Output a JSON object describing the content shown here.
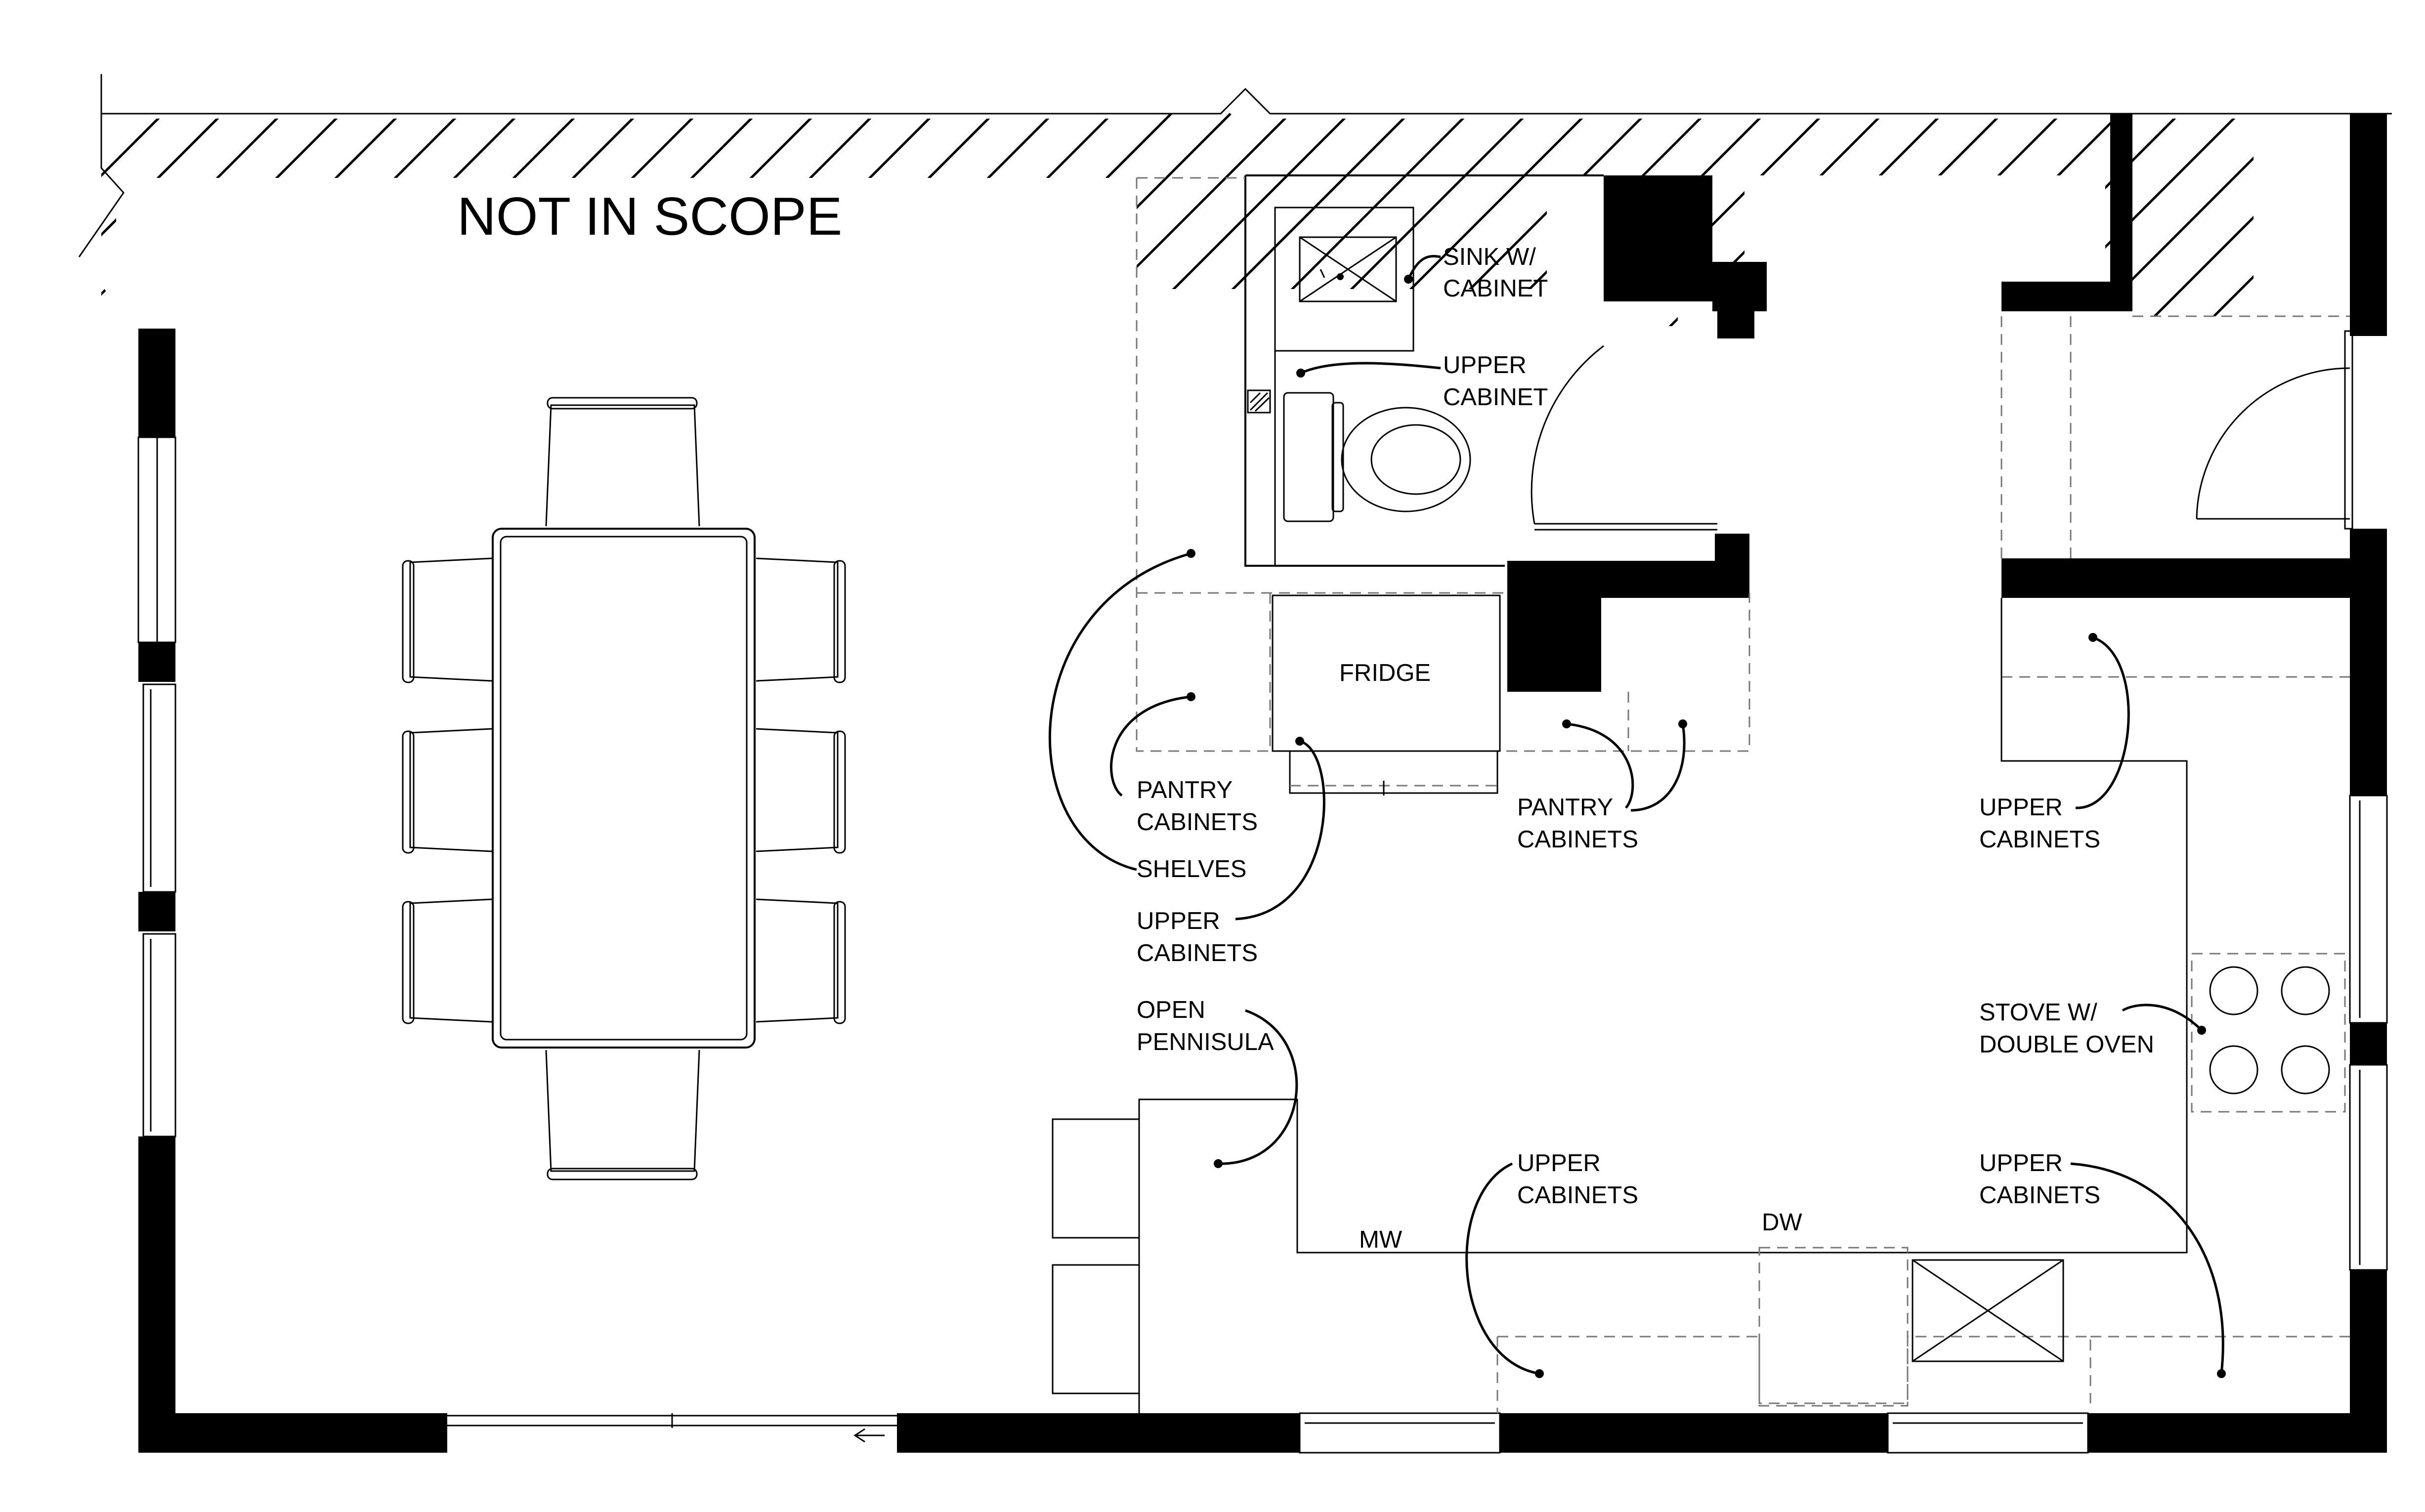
{
  "scope_note": "NOT IN SCOPE",
  "labels": {
    "sink": [
      "SINK W/",
      "CABINET"
    ],
    "bath_upper": [
      "UPPER",
      "CABINET"
    ],
    "fridge": "FRIDGE",
    "pantry_left": [
      "PANTRY",
      "CABINETS"
    ],
    "shelves": "SHELVES",
    "upper_left": [
      "UPPER",
      "CABINETS"
    ],
    "pantry_right": [
      "PANTRY",
      "CABINETS"
    ],
    "upper_right": [
      "UPPER",
      "CABINETS"
    ],
    "stove": [
      "STOVE W/",
      "DOUBLE OVEN"
    ],
    "peninsula": [
      "OPEN",
      "PENNISULA"
    ],
    "upper_bottom": [
      "UPPER",
      "CABINETS"
    ],
    "upper_bottom_right": [
      "UPPER",
      "CABINETS"
    ],
    "mw": "MW",
    "dw": "DW"
  }
}
